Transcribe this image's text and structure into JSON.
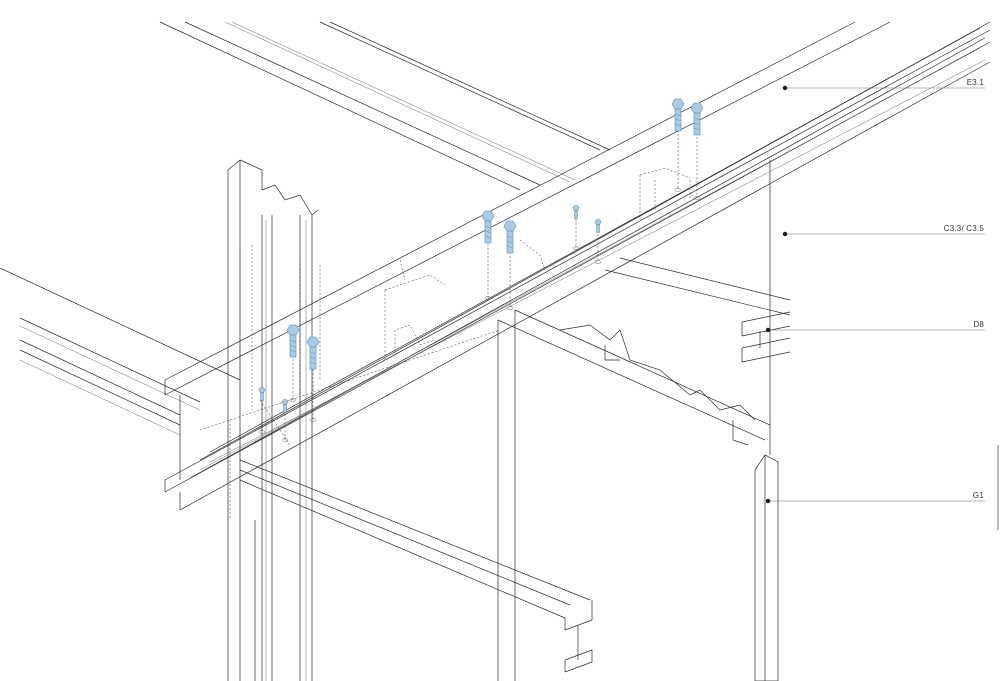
{
  "labels": [
    {
      "id": "e31",
      "text": "E3.1"
    },
    {
      "id": "c33",
      "text": "C3.3/ C3.5"
    },
    {
      "id": "d8",
      "text": "D8"
    },
    {
      "id": "g1",
      "text": "G1"
    }
  ],
  "colors": {
    "line": "#2a2a2a",
    "bolt": "#a9cbe6",
    "bolt_outline": "#5f8fb8",
    "leader": "#6a6a6a",
    "label_text": "#333333"
  },
  "icons": [
    "hex-bolt-icon",
    "small-bolt-icon",
    "callout-dot-icon"
  ]
}
